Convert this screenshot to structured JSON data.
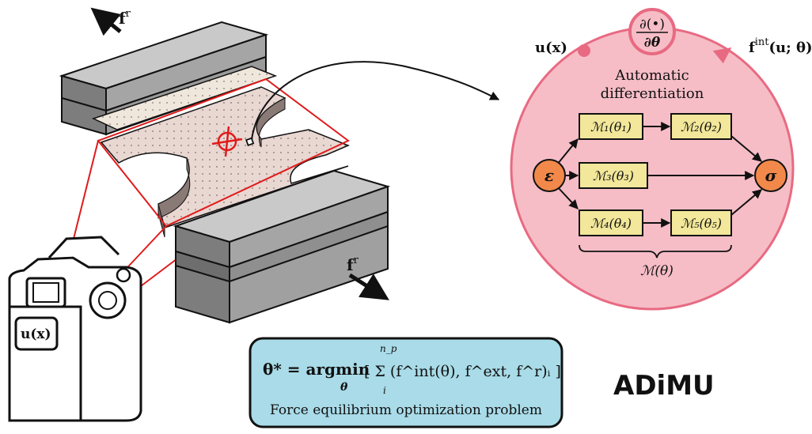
{
  "colors": {
    "circle_fill": "#f6bdc6",
    "circle_stroke": "#e86a82",
    "box_fill": "#f2e79a",
    "node_fill": "#f2894a",
    "formula_fill": "#a9dbe8",
    "specimen_fill": "#e9d7d2",
    "grip_fill": "#8f8f8f",
    "red": "#e01b1b"
  },
  "labels": {
    "force_top": "f",
    "force_top_sup": "r",
    "force_bottom": "f",
    "force_bottom_sup": "r",
    "camera_label": "u(x)",
    "u_label": "u(x)",
    "fint_label": "f",
    "fint_sup": "int",
    "fint_args": "(u; θ)",
    "deriv_num": "∂(•)",
    "deriv_den": "∂θ",
    "ad_line1": "Automatic",
    "ad_line2": "differentiation",
    "eps": "ε",
    "sigma": "σ",
    "m1": "ℳ₁(θ₁)",
    "m2": "ℳ₂(θ₂)",
    "m3": "ℳ₃(θ₃)",
    "m4": "ℳ₄(θ₄)",
    "m5": "ℳ₅(θ₅)",
    "m_total": "ℳ(θ)",
    "formula_lhs": "θ* = argmin",
    "formula_sub": "θ",
    "formula_body": "[ Σ (f^int(θ), f^ext, f^r)ᵢ ]",
    "formula_sum_top": "n_p",
    "formula_sum_bottom": "i",
    "formula_caption": "Force equilibrium optimization problem",
    "brand": "ADiMU"
  }
}
